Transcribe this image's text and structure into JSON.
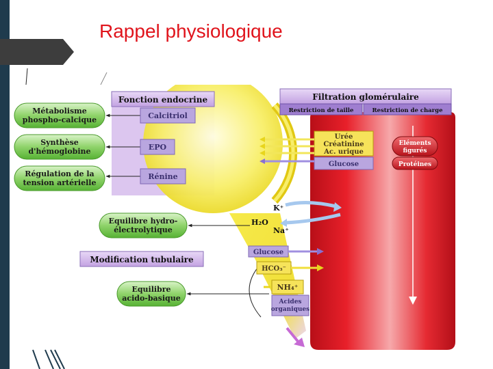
{
  "slide": {
    "title": "Rappel physiologique"
  },
  "diagram": {
    "headers": {
      "endocrine": "Fonction endocrine",
      "filtration": "Filtration glomérulaire",
      "size_restriction": "Restriction de taille",
      "charge_restriction": "Restriction de charge",
      "tubular": "Modification tubulaire"
    },
    "functions": {
      "phospho_1": "Métabolisme",
      "phospho_2": "phospho-calcique",
      "hemo_1": "Synthèse",
      "hemo_2": "d'hémoglobine",
      "tension_1": "Régulation de la",
      "tension_2": "tension artérielle",
      "hydro_1": "Equilibre hydro-",
      "hydro_2": "électrolytique",
      "acido_1": "Equilibre",
      "acido_2": "acido-basique"
    },
    "hormones": {
      "calcitriol": "Calcitriol",
      "epo": "EPO",
      "renine": "Rénine"
    },
    "filtered": {
      "uree": "Urée",
      "creatinine": "Créatinine",
      "acide_urique": "Ac. urique",
      "glucose": "Glucose"
    },
    "retained": {
      "elements_1": "Eléments",
      "elements_2": "figurés",
      "proteines": "Protéines"
    },
    "electrolytes": {
      "k": "K⁺",
      "h2o": "H₂O",
      "na": "Na⁺"
    },
    "tubular_items": {
      "glucose": "Glucose",
      "hco3": "HCO₃⁻",
      "nh4": "NH₄⁺",
      "acides_1": "Acides",
      "acides_2": "organiques"
    },
    "colors": {
      "red": "#e8202a",
      "yellow": "#f3e62a",
      "purple_panel": "#dcc6ef",
      "header_purple": "#c9a9e6",
      "green": "#6cc24a",
      "label_lavender": "#b9a6df"
    }
  }
}
